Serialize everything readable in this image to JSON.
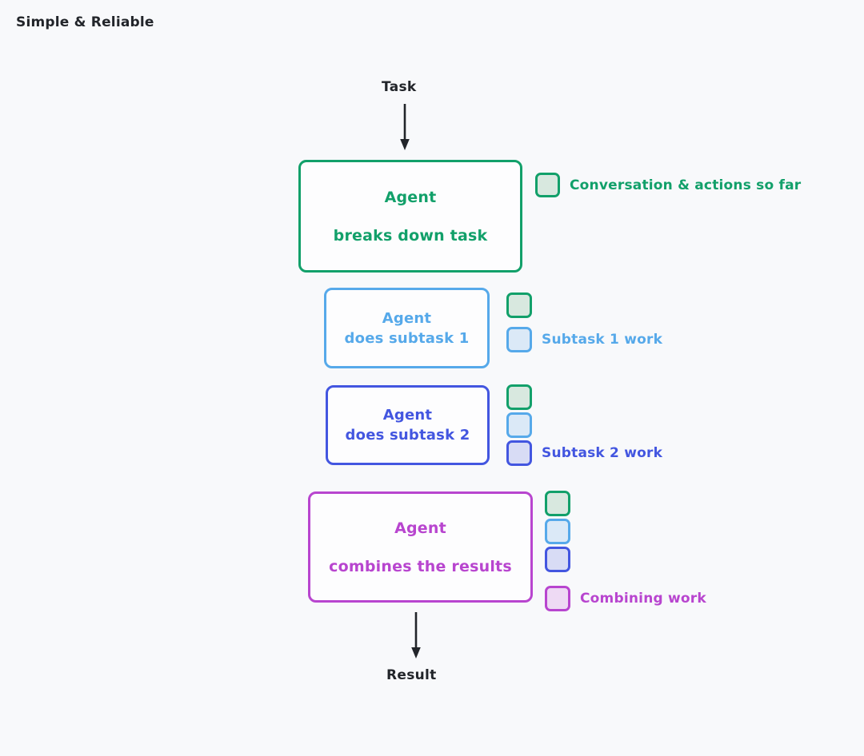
{
  "title": "Simple & Reliable",
  "colors": {
    "background": "#f8f9fb",
    "text": "#22252a",
    "green": "#12a06a",
    "green_fill": "#d8e8df",
    "light_blue": "#56a9ea",
    "light_blue_fill": "#dbe9f7",
    "indigo": "#4356e0",
    "indigo_fill": "#d8dcf5",
    "purple": "#b845cf",
    "purple_fill": "#eedaf4"
  },
  "flow": {
    "start_label": "Task",
    "end_label": "Result",
    "nodes": [
      {
        "id": "decompose",
        "line1": "Agent",
        "line2": "breaks down task",
        "color": "#12a06a"
      },
      {
        "id": "subtask1",
        "line1": "Agent",
        "line2": "does subtask 1",
        "color": "#56a9ea"
      },
      {
        "id": "subtask2",
        "line1": "Agent",
        "line2": "does subtask 2",
        "color": "#4356e0"
      },
      {
        "id": "combine",
        "line1": "Agent",
        "line2": "combines the results",
        "color": "#b845cf"
      }
    ]
  },
  "context_groups": [
    {
      "id": "decompose",
      "label": "Conversation & actions so far",
      "label_color": "#12a06a",
      "swatches": [
        "green"
      ]
    },
    {
      "id": "subtask1",
      "label": "Subtask 1 work",
      "label_color": "#56a9ea",
      "swatches": [
        "green",
        "light_blue"
      ]
    },
    {
      "id": "subtask2",
      "label": "Subtask 2 work",
      "label_color": "#4356e0",
      "swatches": [
        "green",
        "light_blue",
        "indigo"
      ]
    },
    {
      "id": "combine",
      "label": "Combining work",
      "label_color": "#b845cf",
      "swatches": [
        "green",
        "light_blue",
        "indigo",
        "purple"
      ]
    }
  ]
}
